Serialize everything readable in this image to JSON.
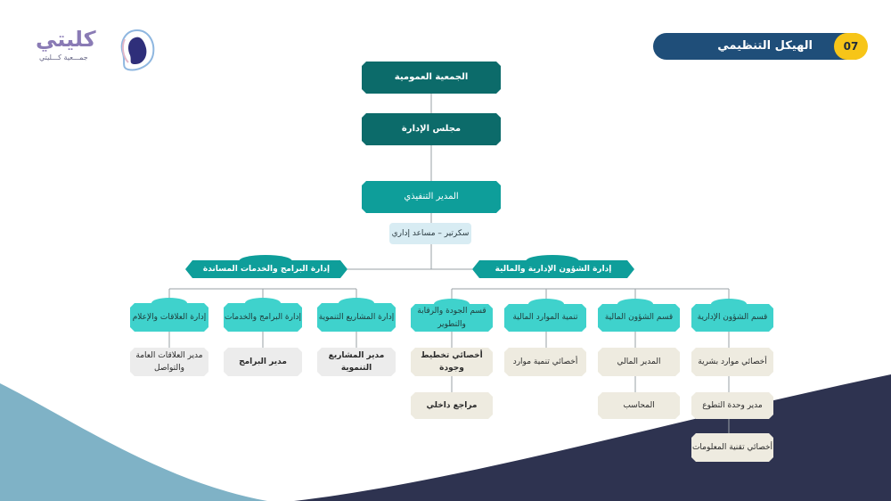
{
  "header": {
    "number": "07",
    "title": "الهيكل التنظيمي"
  },
  "logo": {
    "name": "كليتي",
    "tagline": "جمـــعية كـــليتي"
  },
  "colors": {
    "header_bg": "#1f4e79",
    "header_badge": "#f7c518",
    "dark_teal": "#0c6b6a",
    "teal": "#0e9e9a",
    "light_teal": "#3fd2cc",
    "role_beige": "#eeebe0",
    "wave_blue": "#7fb2c6",
    "wave_navy": "#2e3350"
  },
  "chart": {
    "general_assembly": "الجمعية العمومية",
    "board": "مجلس الإدارة",
    "executive_director": "المدير التنفيذي",
    "secretary": "سكرتير – مساعد إداري",
    "dept_admin_finance": "إدارة الشؤون الإدارية والمالية",
    "dept_programs": "إدارة البرامج والخدمات المساندة",
    "units": {
      "admin_affairs": "قسم الشؤون الإدارية",
      "finance": "قسم الشؤون المالية",
      "resource_dev": "تنمية الموارد المالية",
      "quality": "قسم الجودة والرقابة والتطوير",
      "projects": "إدارة المشاريع التنموية",
      "programs": "إدارة البرامج والخدمات",
      "relations": "إدارة العلاقات والإعلام"
    },
    "roles": {
      "hr_specialist": "أخصائي موارد بشرية",
      "volunteer_manager": "مدير وحدة التطوع",
      "it_specialist": "أخصائي تقنية المعلومات",
      "financial_manager": "المدير المالي",
      "accountant": "المحاسب",
      "resource_specialist": "أخصائي تنمية موارد",
      "planning_specialist": "أخصائي تخطيط وجودة",
      "internal_auditor": "مراجع داخلي",
      "projects_manager": "مدير المشاريع التنموية",
      "programs_manager": "مدير البرامج",
      "relations_manager": "مدير العلاقات العامة والتواصل"
    }
  }
}
